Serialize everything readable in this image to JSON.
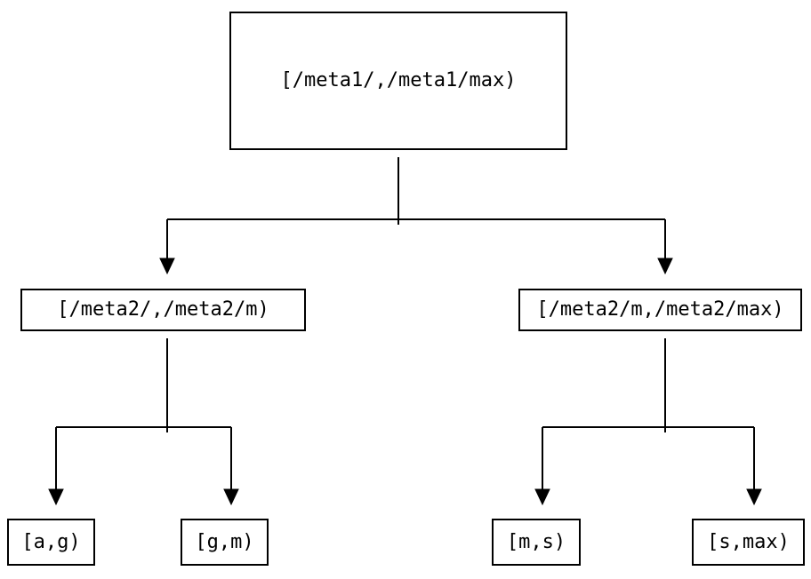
{
  "nodes": {
    "root": {
      "label": "[/meta1/,/meta1/max)"
    },
    "left_child": {
      "label": "[/meta2/,/meta2/m)"
    },
    "right_child": {
      "label": "[/meta2/m,/meta2/max)"
    },
    "leaf_a_g": {
      "label": "[a,g)"
    },
    "leaf_g_m": {
      "label": "[g,m)"
    },
    "leaf_m_s": {
      "label": "[m,s)"
    },
    "leaf_s_max": {
      "label": "[s,max)"
    }
  },
  "colors": {
    "line": "#000000",
    "background": "#ffffff",
    "text": "#000000"
  }
}
